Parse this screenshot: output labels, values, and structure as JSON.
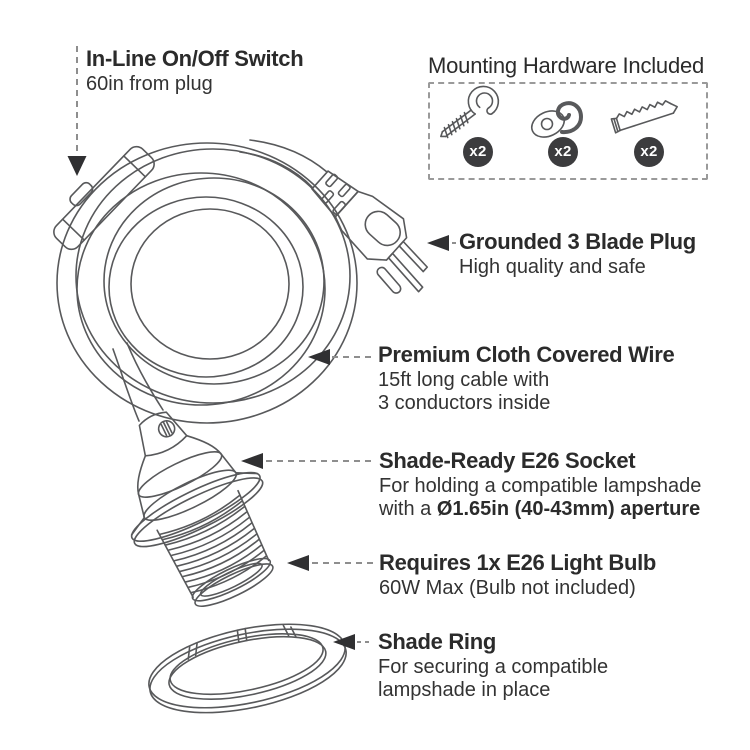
{
  "palette": {
    "background": "#ffffff",
    "ink": "#2b2b2b",
    "line_art": "#58595b",
    "arrowhead": "#303032",
    "leader_dash": "#8e8e8e",
    "badge_bg": "#3c3c3e",
    "badge_text": "#ffffff",
    "hardware_box_border": "#9a9a9a"
  },
  "callouts": {
    "switch": {
      "title": "In-Line On/Off Switch",
      "subtitle": "60in from plug"
    },
    "plug": {
      "title": "Grounded 3 Blade Plug",
      "subtitle": "High quality and safe"
    },
    "wire": {
      "title": "Premium Cloth Covered Wire",
      "line1": "15ft long cable with",
      "line2": "3 conductors inside"
    },
    "socket": {
      "title": "Shade-Ready E26 Socket",
      "line1": "For holding a compatible lampshade",
      "line2_regular": "with a ",
      "line2_bold": "Ø1.65in (40-43mm) aperture"
    },
    "bulb": {
      "title": "Requires 1x E26 Light Bulb",
      "subtitle": "60W Max (Bulb not included)"
    },
    "ring": {
      "title": "Shade Ring",
      "line1": "For securing a compatible",
      "line2": "lampshade in place"
    }
  },
  "hardware": {
    "title": "Mounting Hardware Included",
    "items": [
      {
        "icon": "ceiling-hook-icon",
        "qty": "x2"
      },
      {
        "icon": "swag-hook-icon",
        "qty": "x2"
      },
      {
        "icon": "wall-anchor-icon",
        "qty": "x2"
      }
    ]
  }
}
